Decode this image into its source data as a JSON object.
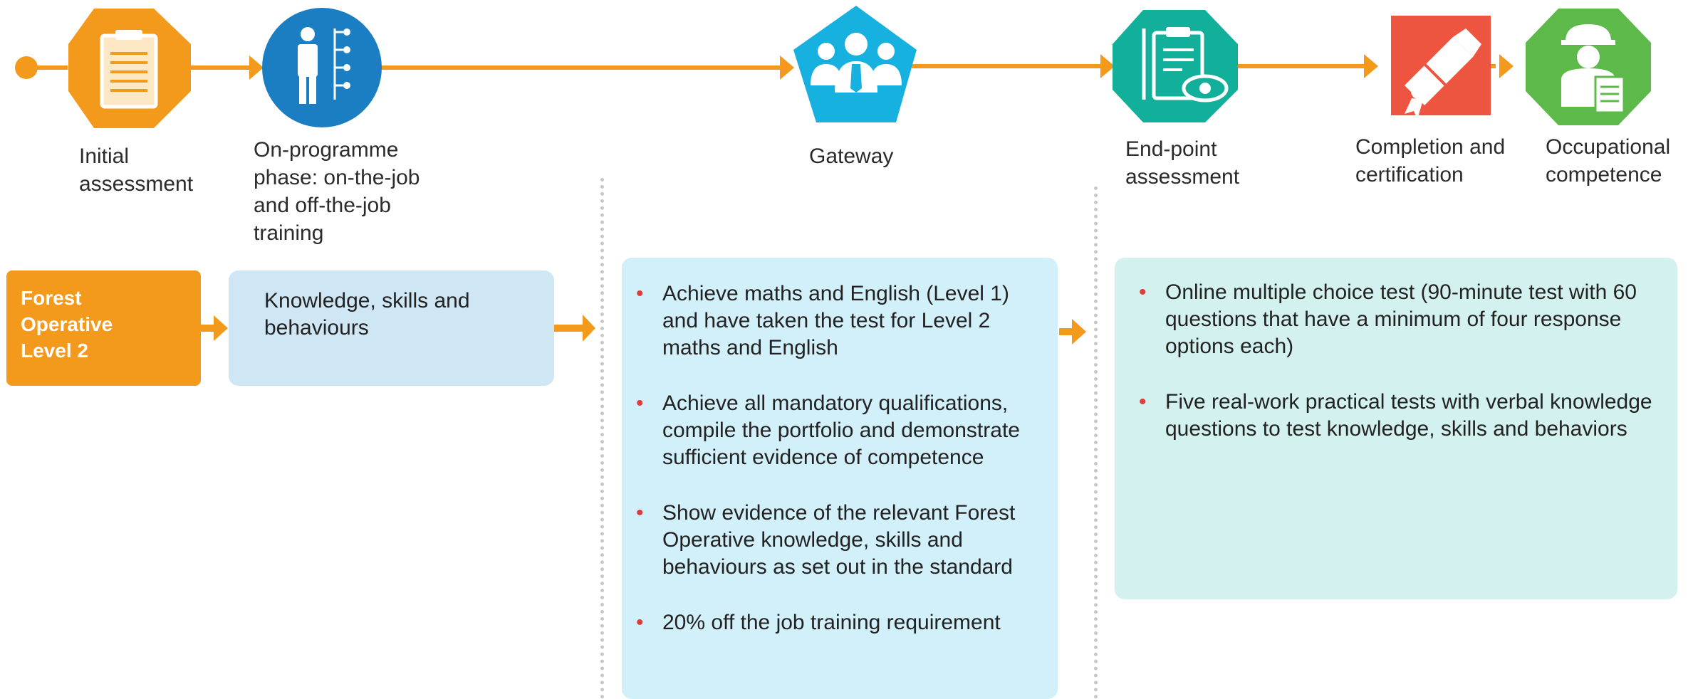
{
  "stages": [
    {
      "label": "Initial assessment",
      "icon": "clipboard-icon"
    },
    {
      "label": "On-programme phase: on-the-job and off-the-job training",
      "icon": "person-checklist-icon"
    },
    {
      "label": "Gateway",
      "icon": "team-icon"
    },
    {
      "label": "End-point assessment",
      "icon": "checklist-eye-icon"
    },
    {
      "label": "Completion and certification",
      "icon": "certificate-icon"
    },
    {
      "label": "Occupational competence",
      "icon": "worker-icon"
    }
  ],
  "row": {
    "title_box": "Forest Operative Level 2",
    "ksb_box": "Knowledge, skills and behaviours"
  },
  "gateway_items": [
    "Achieve maths and English (Level 1) and have taken the test for Level 2 maths and English",
    "Achieve all mandatory qualifications, compile the portfolio and demonstrate sufficient evidence of competence",
    "Show evidence of the relevant Forest Operative knowledge, skills and behaviours as set out in the standard",
    "20% off the job training requirement"
  ],
  "epa_items": [
    "Online multiple choice test (90-minute test with 60 questions that have a minimum of four response options each)",
    "Five real-work practical tests with verbal knowledge questions to test knowledge, skills and behaviors"
  ],
  "colors": {
    "orange": "#f39a1c",
    "blue": "#1b7ec2",
    "cyan": "#17b1e0",
    "teal": "#12b09a",
    "red": "#ee5540",
    "green": "#5db94a",
    "light_blue": "#cfe6f5",
    "gateway_bg": "#d2f0f9",
    "epa_bg": "#d3f1ef"
  }
}
